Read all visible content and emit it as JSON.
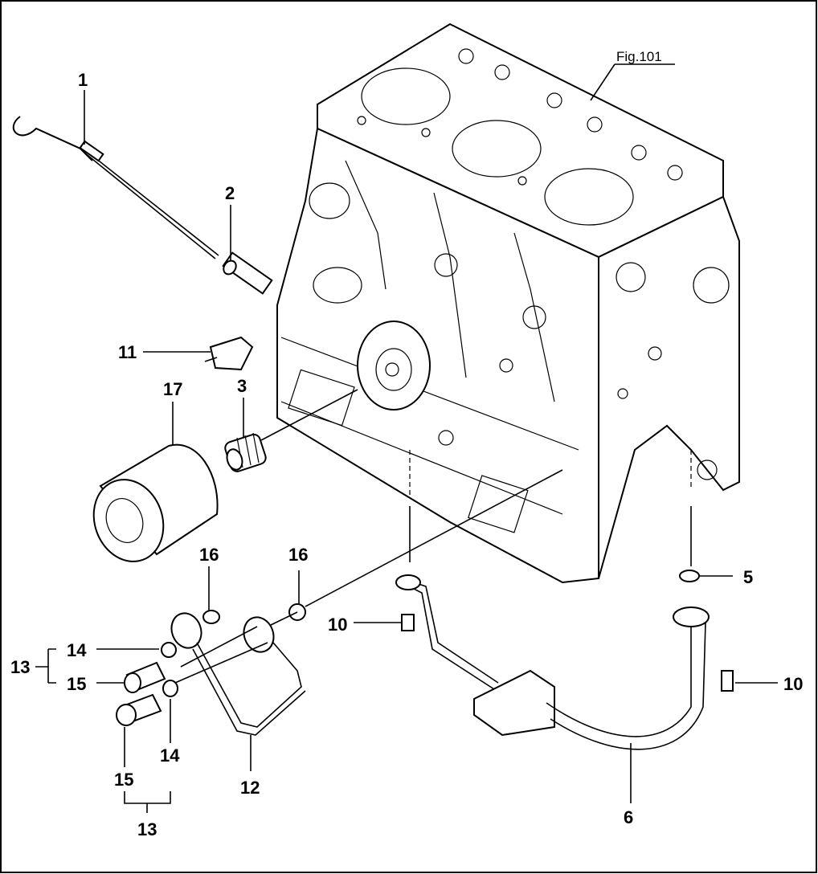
{
  "figure": {
    "ref": "Fig.101"
  },
  "callouts": {
    "c1": "1",
    "c2": "2",
    "c3": "3",
    "c5": "5",
    "c6": "6",
    "c10a": "10",
    "c10b": "10",
    "c11": "11",
    "c12": "12",
    "c13a": "13",
    "c13b": "13",
    "c14a": "14",
    "c14b": "14",
    "c15a": "15",
    "c15b": "15",
    "c16a": "16",
    "c16b": "16",
    "c17": "17"
  }
}
